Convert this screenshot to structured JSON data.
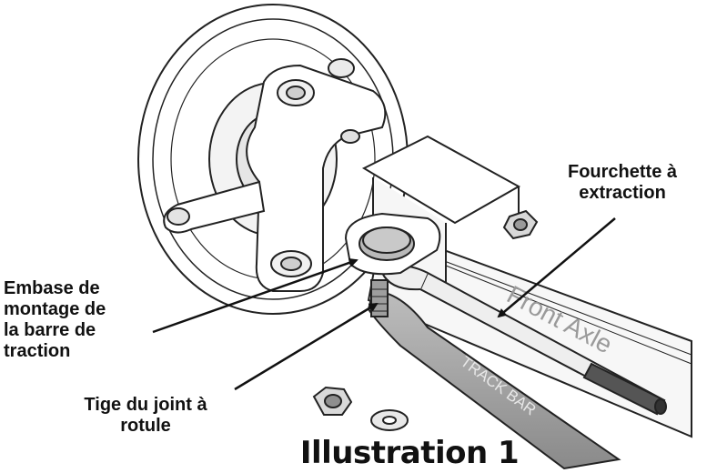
{
  "callouts": {
    "removal_fork": "Fourchette à\nextraction",
    "mounting_base": "Embase de\nmontage de\nla barre de\ntraction",
    "ball_joint_stud": "Tige du joint à\nrotule"
  },
  "parts": {
    "track_bar": "TRACK BAR",
    "front_axle": "Front Axle"
  },
  "caption": "Illustration 1"
}
